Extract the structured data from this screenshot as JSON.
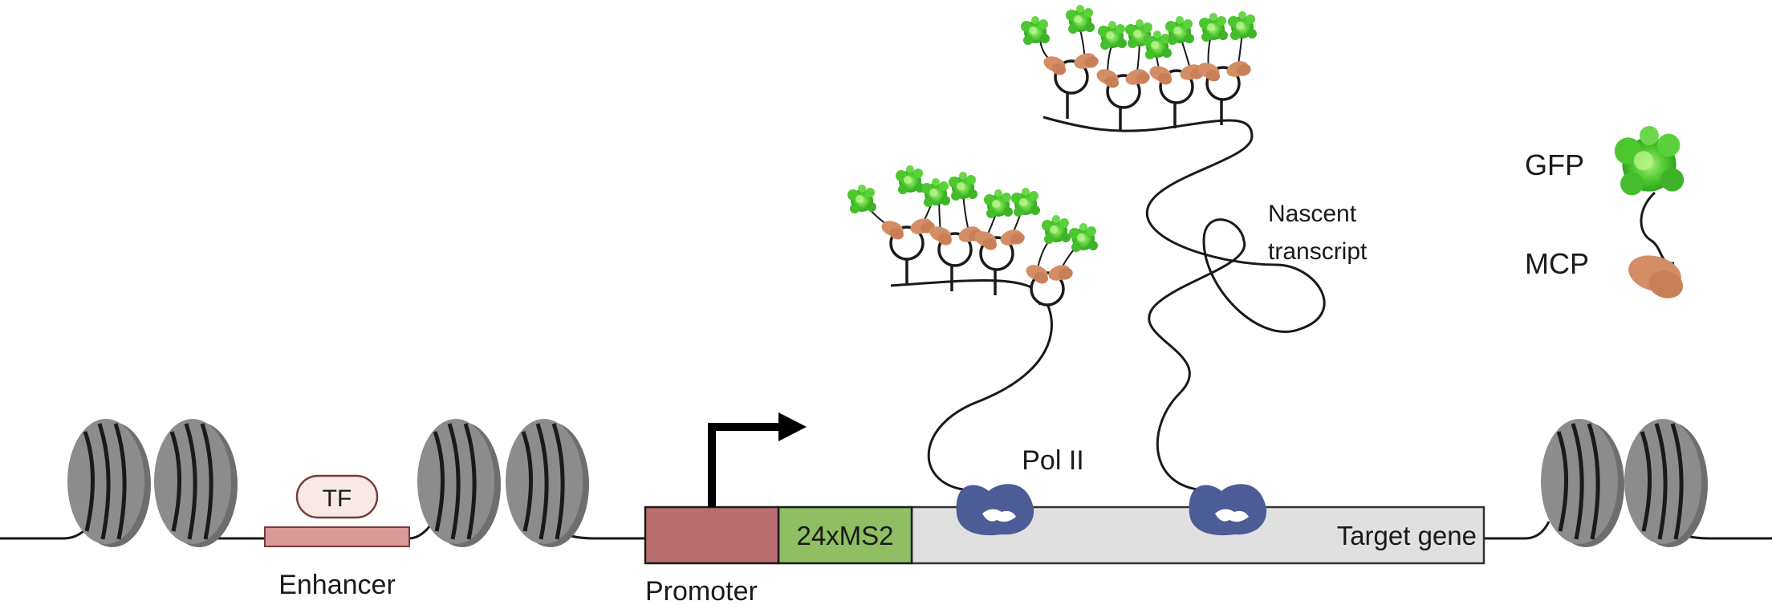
{
  "labels": {
    "tf": "TF",
    "enhancer": "Enhancer",
    "promoter": "Promoter",
    "ms2": "24xMS2",
    "target_gene": "Target gene",
    "pol2": "Pol II",
    "nascent_line1": "Nascent",
    "nascent_line2": "transcript",
    "gfp": "GFP",
    "mcp": "MCP"
  },
  "colors": {
    "nucleosome": "#8c8c8c",
    "promoter": "#b86e6e",
    "ms2": "#8fbe63",
    "target_gene": "#e0e0e0",
    "enhancer": "#d89a98",
    "tf": "#f9e9e6",
    "pol2": "#4c5c96",
    "gfp": "#4dc72e",
    "mcp": "#d48e66"
  },
  "icons": [
    "nucleosome-icon",
    "transcription-start-arrow-icon",
    "pol2-icon",
    "gfp-icon",
    "mcp-icon",
    "ms2-stem-loop-icon"
  ]
}
